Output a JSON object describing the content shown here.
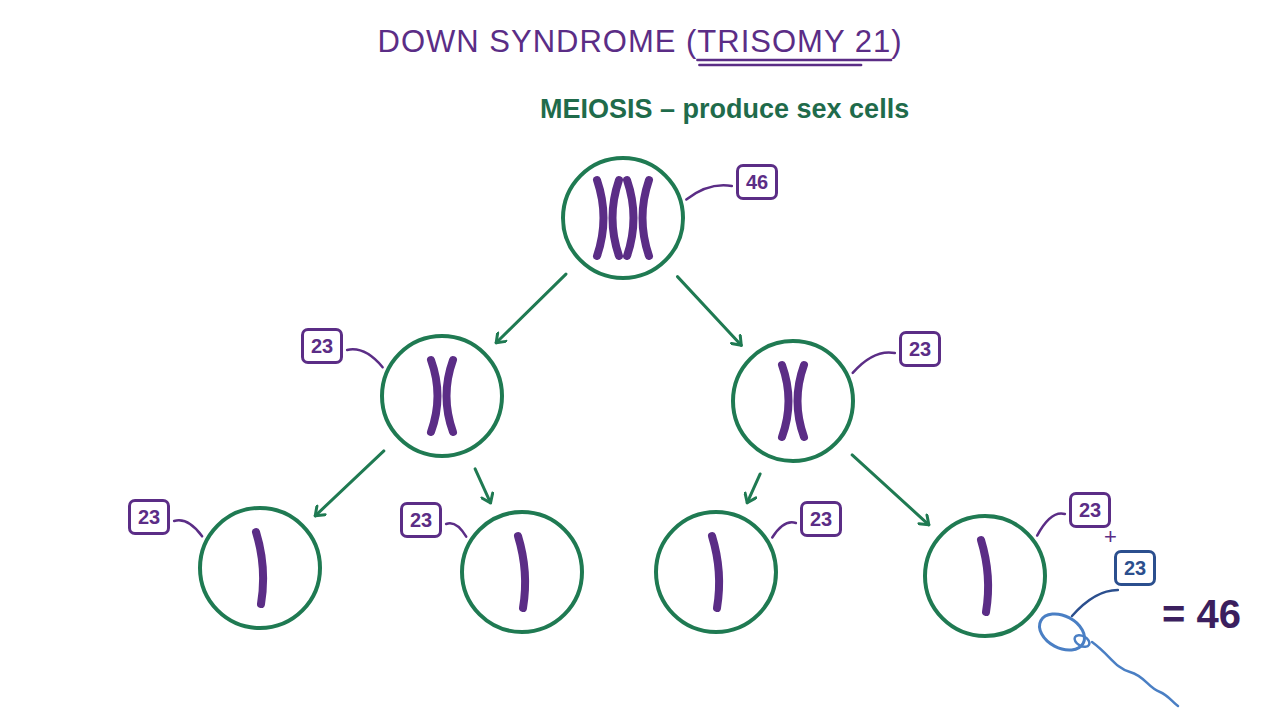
{
  "diagram": {
    "title": "DOWN SYNDROME (TRISOMY 21)",
    "nodes": [
      {
        "text": [
          "46"
        ]
      },
      {
        "text": [
          "23"
        ]
      },
      {
        "text": [
          "23"
        ]
      },
      {
        "text": [
          "23"
        ]
      },
      {
        "text": [
          "23"
        ]
      },
      {
        "text": [
          "23"
        ]
      },
      {
        "text": [
          "23"
        ]
      },
      {
        "text": [
          "23"
        ]
      }
    ],
    "edges": [
      {
        "from": 0,
        "to": 1,
        "arrow": "to"
      },
      {
        "from": 0,
        "to": 2,
        "arrow": "to"
      },
      {
        "from": 1,
        "to": 3,
        "arrow": "to"
      },
      {
        "from": 1,
        "to": 4,
        "arrow": "to"
      },
      {
        "from": 2,
        "to": 5,
        "arrow": "to"
      },
      {
        "from": 2,
        "to": 6,
        "arrow": "to"
      }
    ],
    "labels": [
      "MEIOSIS – produce sex cells",
      "+",
      "= 46"
    ]
  }
}
